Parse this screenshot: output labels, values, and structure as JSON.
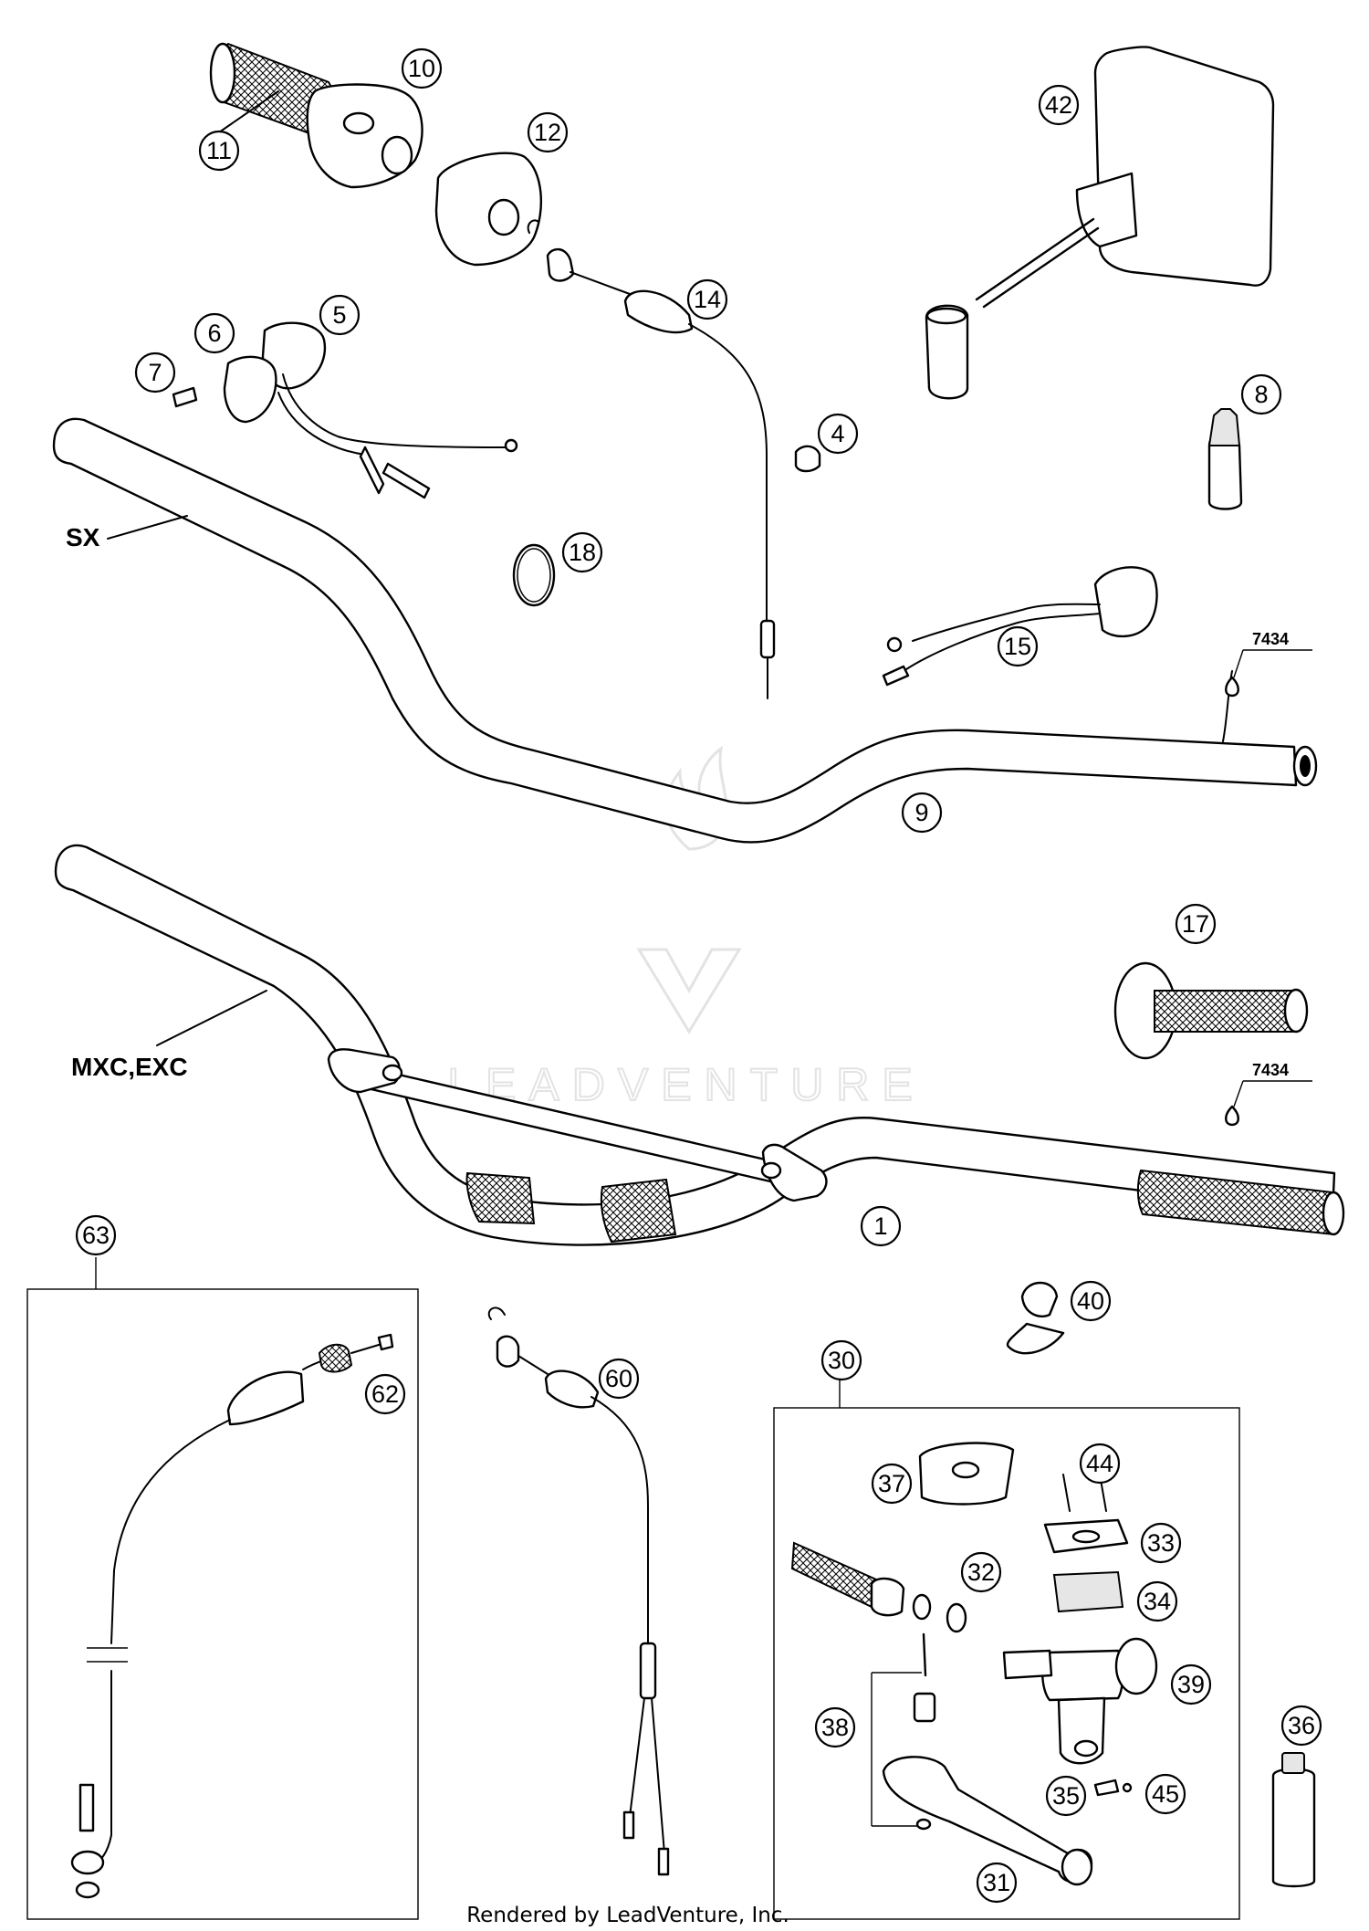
{
  "labels": {
    "sx": "SX",
    "mxc_exc": "MXC,EXC"
  },
  "refs": {
    "ref_a": "7434",
    "ref_b": "7434"
  },
  "footer": "Rendered by LeadVenture, Inc.",
  "watermark": "LEADVENTURE",
  "colors": {
    "line": "#000000",
    "background": "#ffffff",
    "watermark": "#e3e3e3"
  },
  "callouts": {
    "c1": "1",
    "c4": "4",
    "c5": "5",
    "c6": "6",
    "c7": "7",
    "c8": "8",
    "c9": "9",
    "c10": "10",
    "c11": "11",
    "c12": "12",
    "c14": "14",
    "c15": "15",
    "c17": "17",
    "c18": "18",
    "c30": "30",
    "c31": "31",
    "c32": "32",
    "c33": "33",
    "c34": "34",
    "c35": "35",
    "c36": "36",
    "c37": "37",
    "c38": "38",
    "c39": "39",
    "c40": "40",
    "c42": "42",
    "c44": "44",
    "c45": "45",
    "c60": "60",
    "c62": "62",
    "c63": "63"
  }
}
